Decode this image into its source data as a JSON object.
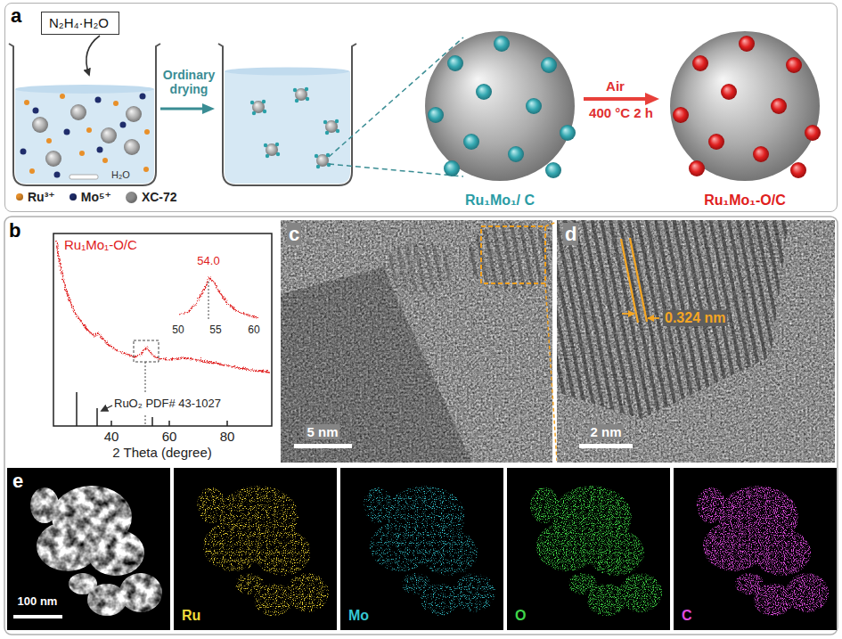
{
  "diagram": {
    "nodes": [
      {
        "text": [
          "a"
        ]
      },
      {
        "text": [
          "N₂H₄·H₂O"
        ],
        "in": 0
      },
      {
        "text": [
          "Ru₁Mo₁/ C"
        ],
        "in": 0
      },
      {
        "text": [
          "Ru₁Mo₁-O/C"
        ],
        "in": 0
      }
    ],
    "edges": [
      {
        "from": 2,
        "to": 3,
        "arrow": "to",
        "label": "Air"
      }
    ],
    "labels": [
      "H₂O",
      "Ordinary drying",
      "400 °C 2 h",
      "b",
      "Ru₁Mo₁-O/C",
      "54.0",
      "50",
      "55",
      "60",
      "RuO₂ PDF# 43-1027",
      "40",
      "60",
      "80",
      "2 Theta (degree)",
      "c",
      "5 nm",
      "d",
      "0.324 nm",
      "2 nm",
      "e",
      "100 nm",
      "Ru",
      "Mo",
      "O",
      "C"
    ],
    "legend": [
      {
        "text": "Ru³⁺",
        "color": "#e8902a"
      },
      {
        "text": "Mo⁵⁺",
        "color": "#1f2d6b"
      },
      {
        "text": "XC-72",
        "color": "#8c8c8c"
      }
    ]
  }
}
